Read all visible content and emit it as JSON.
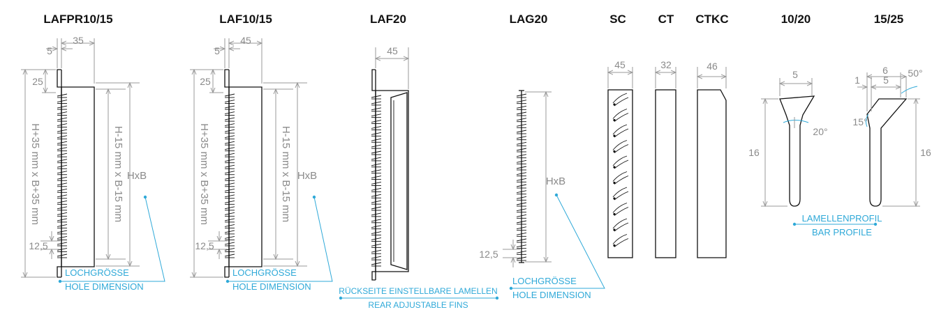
{
  "products": {
    "lafpr": {
      "title": "LAFPR10/15",
      "d5": "5",
      "d35": "35",
      "d25": "25",
      "outer": "H+35 mm x B+35 mm",
      "inner": "H-15 mm x B-15 mm",
      "hxb": "HxB",
      "d125": "12,5"
    },
    "laf1015": {
      "title": "LAF10/15",
      "d5": "5",
      "d45": "45",
      "d25": "25",
      "outer": "H+35 mm x B+35 mm",
      "inner": "H-15 mm x B-15 mm",
      "hxb": "HxB",
      "d125": "12,5"
    },
    "laf20": {
      "title": "LAF20",
      "d45": "45"
    },
    "lag20": {
      "title": "LAG20",
      "hxb": "HxB",
      "d125": "12,5"
    },
    "sc": {
      "title": "SC",
      "d45": "45"
    },
    "ct": {
      "title": "CT",
      "d32": "32"
    },
    "ctkc": {
      "title": "CTKC",
      "d46": "46"
    },
    "p1020": {
      "title": "10/20",
      "d5": "5",
      "d16": "16",
      "a20": "20°"
    },
    "p1525": {
      "title": "15/25",
      "d1": "1",
      "d6": "6",
      "d5": "5",
      "a50": "50°",
      "a15": "15°",
      "d16": "16"
    }
  },
  "notes": {
    "hole_de": "LOCHGRÖSSE",
    "hole_en": "HOLE DIMENSION",
    "rear_de": "RÜCKSEITE EINSTELLBARE LAMELLEN",
    "rear_en": "REAR ADJUSTABLE FINS",
    "profile_de": "LAMELLENPROFIL",
    "profile_en": "BAR PROFILE"
  },
  "colors": {
    "accent": "#2fa9d8",
    "dimension": "#8a8a8a",
    "outline": "#111111"
  }
}
